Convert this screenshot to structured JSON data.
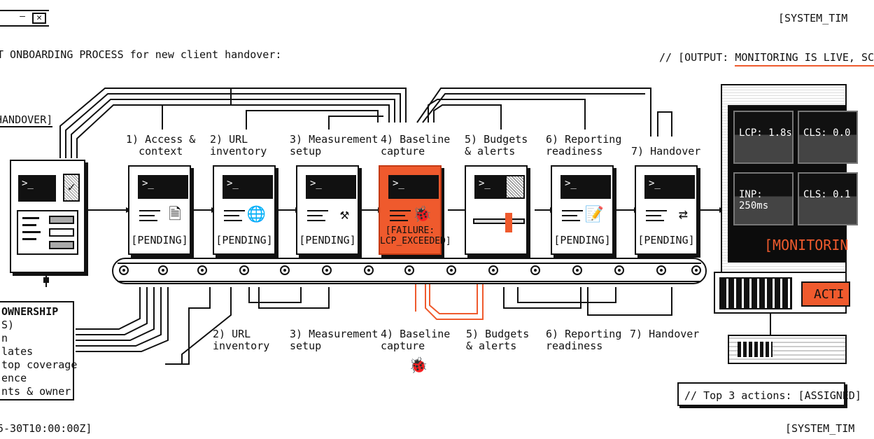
{
  "header": {
    "headline": "T ONBOARDING PROCESS for new client handover:",
    "system_time_top": "[SYSTEM_TIM",
    "output_prefix": "// [OUTPUT: ",
    "output_highlight": "MONITORING IS LIVE, SC",
    "timestamp_bottom": "5-30T10:00:00Z]",
    "system_time_bottom": "[SYSTEM_TIM"
  },
  "left_panel": {
    "handover_tag": "HANDOVER]",
    "terminal_prompt": ">_",
    "check_glyph": "✓",
    "ownership_box": {
      "lines": [
        "OWNERSHIP",
        "S)",
        "n",
        "lates",
        "top coverage",
        "ence",
        "nts & owner"
      ]
    }
  },
  "steps": [
    {
      "label_top": "1) Access &\ncontext",
      "status": "[PENDING]",
      "icon": "document-icon",
      "glyph": "🗎",
      "state": "pending"
    },
    {
      "label_top": "2) URL\ninventory",
      "label_bottom": "2) URL\ninventory",
      "status": "[PENDING]",
      "icon": "globe-icon",
      "glyph": "🌐",
      "state": "pending"
    },
    {
      "label_top": "3) Measurement\nsetup",
      "label_bottom": "3) Measurement\nsetup",
      "status": "[PENDING]",
      "icon": "tools-icon",
      "glyph": "⚒",
      "state": "pending"
    },
    {
      "label_top": "4) Baseline\ncapture",
      "label_bottom": "4) Baseline\ncapture",
      "status": "[FAILURE:\nLCP_EXCEEDED]",
      "icon": "bug-icon",
      "glyph": "🐞",
      "state": "failure"
    },
    {
      "label_top": "5) Budgets\n& alerts",
      "label_bottom": "5) Budgets\n& alerts",
      "status": "",
      "icon": "slider-icon",
      "glyph": "",
      "state": "in-progress"
    },
    {
      "label_top": "6) Reporting\nreadiness",
      "label_bottom": "6) Reporting\nreadiness",
      "status": "[PENDING]",
      "icon": "report-icon",
      "glyph": "📝",
      "state": "pending"
    },
    {
      "label_top": "7) Handover",
      "label_bottom": "7) Handover",
      "status": "[PENDING]",
      "icon": "swap-arrows-icon",
      "glyph": "⇄",
      "state": "pending"
    }
  ],
  "terminal_prompt": ">_",
  "monitor": {
    "tiles": [
      "LCP: 1.8s",
      "CLS: 0.0",
      "INP: 250ms",
      "CLS: 0.1"
    ],
    "status": "[MONITORIN",
    "action_button": "ACTI"
  },
  "actions_box": "// Top 3 actions: [ASSIGNED]",
  "colors": {
    "accent": "#ef5a2d",
    "ink": "#111111",
    "background": "#ffffff"
  }
}
